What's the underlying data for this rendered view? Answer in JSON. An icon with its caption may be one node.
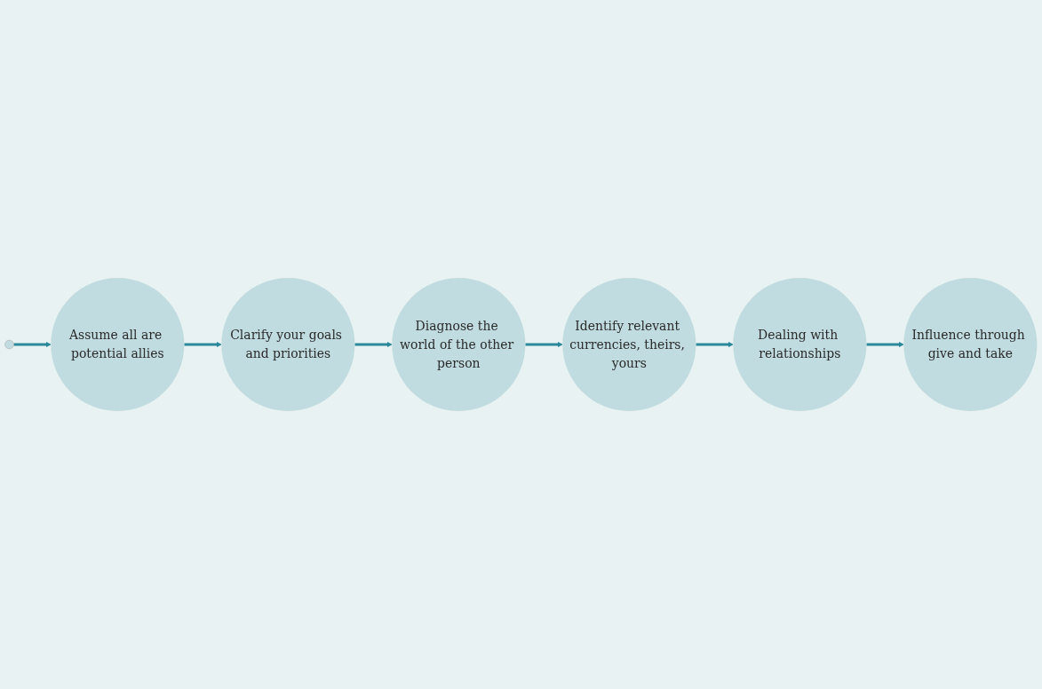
{
  "diagram": {
    "nodes": [
      {
        "text": [
          "Identify relevant currencies, theirs, yours"
        ]
      },
      {
        "text": [
          "Dealing with relationships"
        ]
      },
      {
        "text": [
          "Influence through give and take"
        ]
      },
      {
        "text": [
          "Diagnose the world of the other person"
        ]
      },
      {
        "text": [
          "Assume all are potential allies"
        ]
      },
      {
        "text": [
          "Clarify your goals and priorities"
        ]
      }
    ],
    "edges": [
      {
        "from": null,
        "to": 4,
        "arrow": "to"
      },
      {
        "from": 4,
        "to": 5,
        "arrow": "to"
      },
      {
        "from": 5,
        "to": 3,
        "arrow": "to"
      },
      {
        "from": 3,
        "to": 0,
        "arrow": "to"
      },
      {
        "from": 0,
        "to": 1,
        "arrow": "to"
      },
      {
        "from": 1,
        "to": 2,
        "arrow": "to"
      }
    ]
  }
}
